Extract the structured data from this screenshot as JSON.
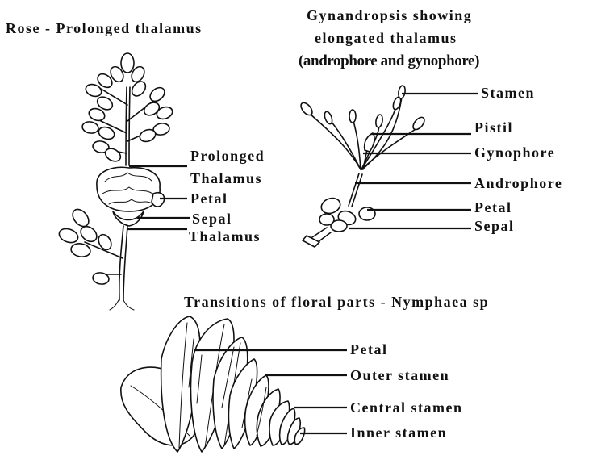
{
  "rose": {
    "title": "Rose - Prolonged thalamus",
    "labels": {
      "prolonged_line1": "Prolonged",
      "prolonged_line2": "Thalamus",
      "petal": "Petal",
      "sepal": "Sepal",
      "thalamus": "Thalamus"
    }
  },
  "gynandropsis": {
    "title_line1": "Gynandropsis showing",
    "title_line2": "elongated thalamus",
    "title_line3": "(androphore and gynophore)",
    "labels": {
      "stamen": "Stamen",
      "pistil": "Pistil",
      "gynophore": "Gynophore",
      "androphore": "Androphore",
      "petal": "Petal",
      "sepal": "Sepal"
    }
  },
  "nymphaea": {
    "title": "Transitions of floral parts - Nymphaea sp",
    "labels": {
      "petal": "Petal",
      "outer_stamen": "Outer stamen",
      "central_stamen": "Central stamen",
      "inner_stamen": "Inner stamen"
    }
  }
}
